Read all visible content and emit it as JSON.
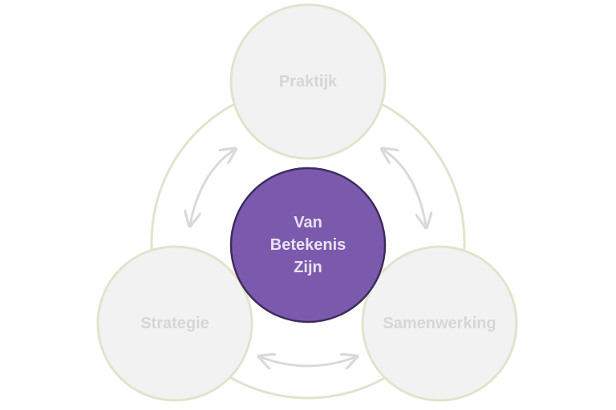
{
  "diagram": {
    "center": {
      "label_lines": [
        "Van",
        "Betekenis",
        "Zijn"
      ]
    },
    "nodes": [
      {
        "label": "Praktijk"
      },
      {
        "label": "Strategie"
      },
      {
        "label": "Samenwerking"
      }
    ]
  },
  "colors": {
    "center_fill": "#7b5aae",
    "center_border": "#3e2b5e",
    "node_fill": "#f2f2f2",
    "node_border": "#e0e4cc",
    "arrow": "#d9d9d9"
  }
}
